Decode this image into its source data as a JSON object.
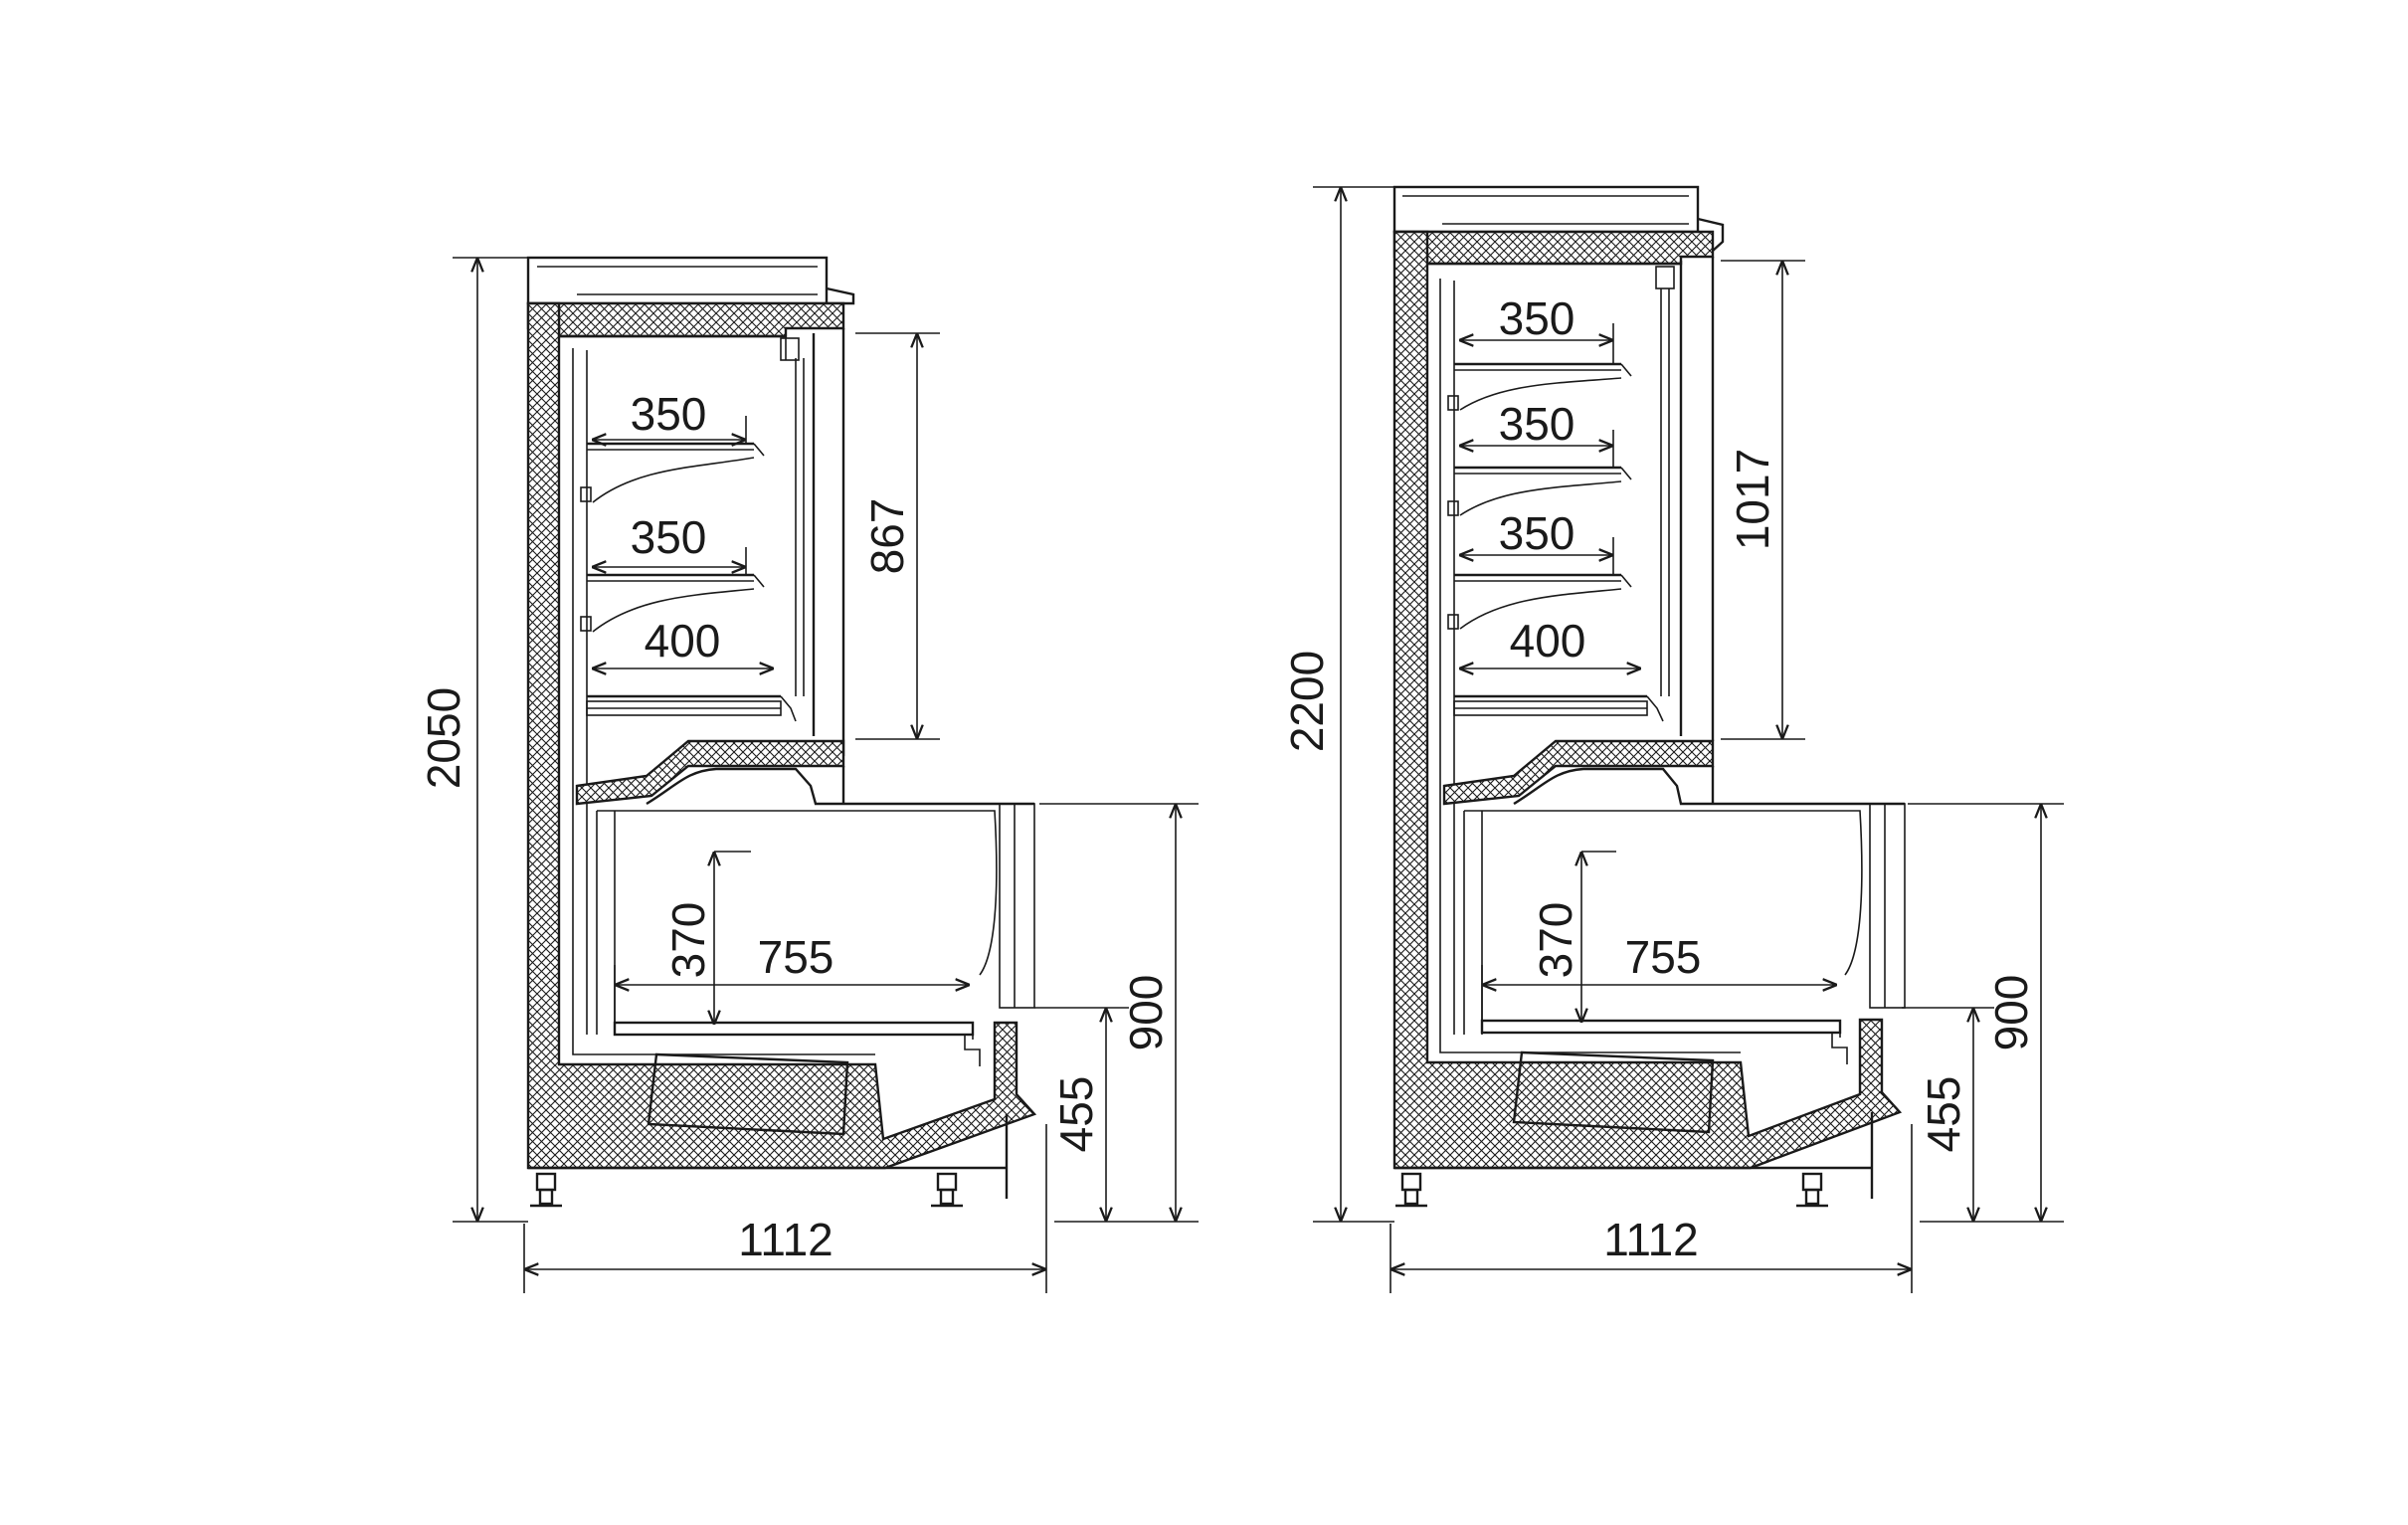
{
  "colors": {
    "line": "#1a1a1a",
    "background": "#ffffff"
  },
  "views": [
    {
      "id": "left",
      "height": "2050",
      "depth": "1112",
      "upper_opening": "867",
      "shelves": [
        "350",
        "350"
      ],
      "bottom_shelf": "400",
      "well_height": "370",
      "well_depth": "755",
      "counter_height": "900",
      "base_height": "455"
    },
    {
      "id": "right",
      "height": "2200",
      "depth": "1112",
      "upper_opening": "1017",
      "shelves": [
        "350",
        "350",
        "350"
      ],
      "bottom_shelf": "400",
      "well_height": "370",
      "well_depth": "755",
      "counter_height": "900",
      "base_height": "455"
    }
  ]
}
